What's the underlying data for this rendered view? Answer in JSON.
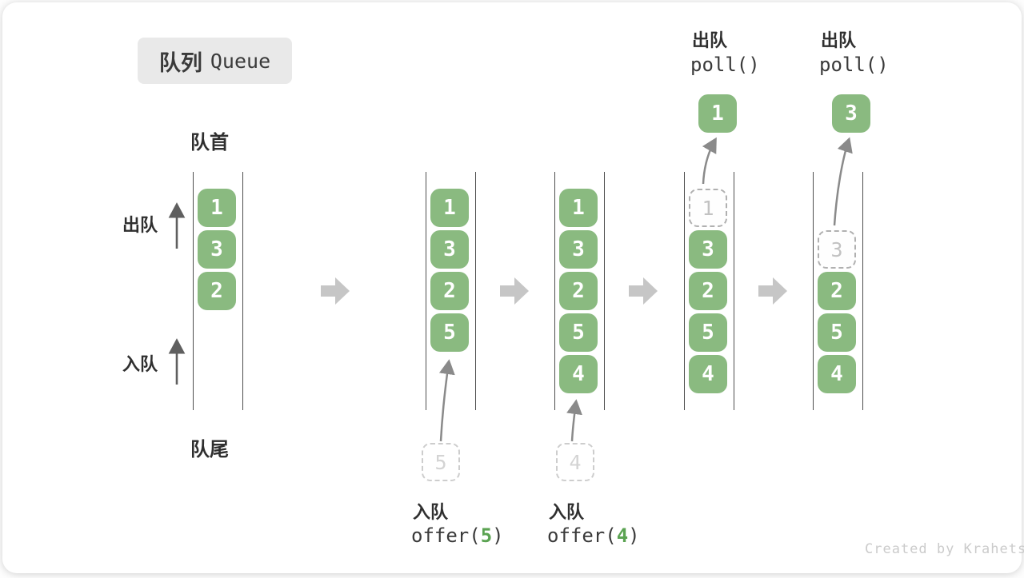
{
  "title": {
    "zh": "队列",
    "en": "Queue"
  },
  "side_labels": {
    "front": "队首",
    "rear": "队尾",
    "dequeue": "出队",
    "enqueue": "入队"
  },
  "columns": [
    {
      "rows": [
        {
          "v": "1"
        },
        {
          "v": "3"
        },
        {
          "v": "2"
        }
      ]
    },
    {
      "rows": [
        {
          "v": "1"
        },
        {
          "v": "3"
        },
        {
          "v": "2"
        },
        {
          "v": "5"
        }
      ],
      "pending": {
        "v": "5"
      },
      "annotation": {
        "label": "入队",
        "code_pre": "offer(",
        "arg": "5",
        "code_post": ")"
      }
    },
    {
      "rows": [
        {
          "v": "1"
        },
        {
          "v": "3"
        },
        {
          "v": "2"
        },
        {
          "v": "5"
        },
        {
          "v": "4"
        }
      ],
      "pending": {
        "v": "4"
      },
      "annotation": {
        "label": "入队",
        "code_pre": "offer(",
        "arg": "4",
        "code_post": ")"
      }
    },
    {
      "rows": [
        {
          "v": "1",
          "ghost": true
        },
        {
          "v": "3"
        },
        {
          "v": "2"
        },
        {
          "v": "5"
        },
        {
          "v": "4"
        }
      ],
      "popped": {
        "v": "1"
      },
      "annotation": {
        "label": "出队",
        "code": "poll()"
      }
    },
    {
      "rows": [
        {
          "v": "3",
          "ghost": true
        },
        {
          "v": "2"
        },
        {
          "v": "5"
        },
        {
          "v": "4"
        }
      ],
      "popped": {
        "v": "3"
      },
      "annotation": {
        "label": "出队",
        "code": "poll()"
      }
    }
  ],
  "credit": "Created by Krahets",
  "colors": {
    "item_green": "#8ABA80",
    "code_arg_green": "#5BA352",
    "step_arrow_gray": "#C6C6C6",
    "container_line": "#4F4F4F",
    "ghost_border": "#B0B0B0",
    "pending_border": "#CDCDCD",
    "title_bg": "#E9E9E9",
    "credit_gray": "#CBCBCB"
  }
}
